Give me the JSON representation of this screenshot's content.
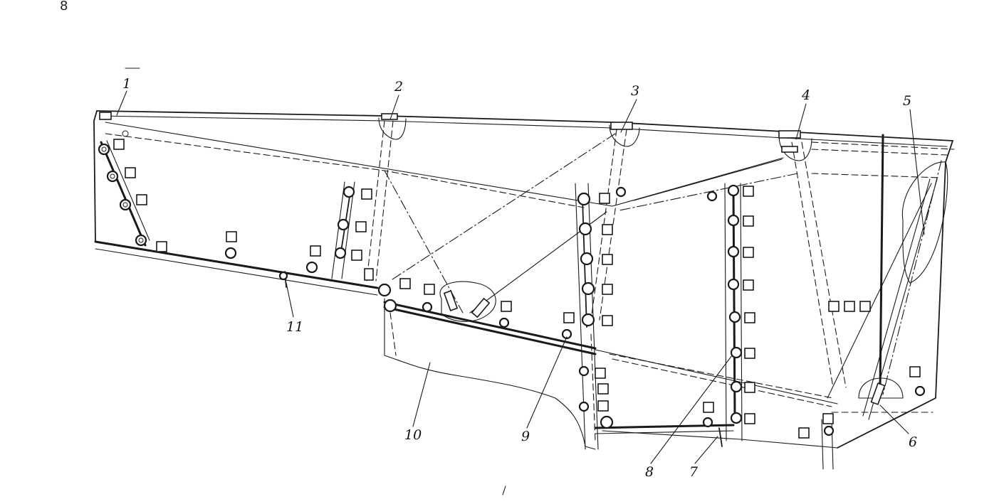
{
  "figure": {
    "corner_mark": "8",
    "callouts": [
      {
        "id": "1",
        "text": "1"
      },
      {
        "id": "2",
        "text": "2"
      },
      {
        "id": "3",
        "text": "3"
      },
      {
        "id": "4",
        "text": "4"
      },
      {
        "id": "5",
        "text": "5"
      },
      {
        "id": "6",
        "text": "6"
      },
      {
        "id": "7",
        "text": "7"
      },
      {
        "id": "8",
        "text": "8"
      },
      {
        "id": "9",
        "text": "9"
      },
      {
        "id": "10",
        "text": "10"
      },
      {
        "id": "11",
        "text": "11"
      }
    ]
  }
}
